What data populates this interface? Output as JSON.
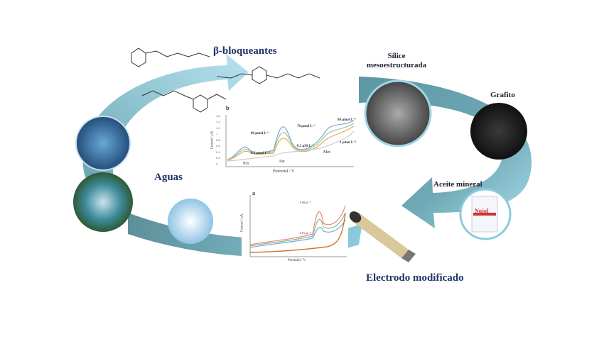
{
  "labels": {
    "beta_blockers": "β-bloqueantes",
    "waters": "Aguas",
    "silica": "Sílice mesoestructurada",
    "graphite": "Grafito",
    "mineral_oil": "Aceite mineral",
    "nujol": "Nujol",
    "electrode": "Electrodo modificado"
  },
  "charts": {
    "top": {
      "panel": "b",
      "ylabel": "Current / µA",
      "xlabel": "Potential / V",
      "peaks": [
        "Pro",
        "Ate",
        "Met"
      ],
      "annotations": [
        "80 µmol L⁻¹",
        "0.5 µmol L⁻¹",
        "70 µmol L⁻¹",
        "0.3 µM L⁻¹",
        "80 µmol L⁻¹",
        "1 µmol L⁻¹"
      ],
      "yticks": [
        "0",
        "0.2",
        "0.4",
        "0.6",
        "0.8",
        "1",
        "1.2",
        "1.4",
        "1.6"
      ]
    },
    "bottom": {
      "panel": "a",
      "ylabel": "Current / µA",
      "xlabel": "Potential / V",
      "annotations": [
        "0.08 µL⁻¹",
        "0.01 µL⁻¹"
      ]
    }
  },
  "colors": {
    "arrow_light": "#9fd6e6",
    "arrow_dark": "#5d97a3",
    "label": "#1f3566"
  }
}
